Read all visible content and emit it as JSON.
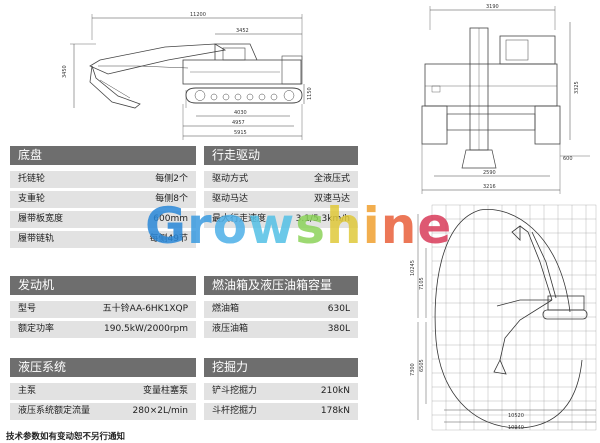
{
  "dimensions": {
    "side_total_length": "11200",
    "side_cab_offset": "3452",
    "side_height": "3450",
    "side_track_height": "1150",
    "side_tumbler_center": "4030",
    "side_track_length": "4957",
    "side_tail_length": "5915",
    "front_width_top": "3190",
    "front_height": "3325",
    "front_track_width": "2590",
    "front_overall_width": "3216",
    "front_track_shoe": "600",
    "reach_height_total": "10245",
    "reach_dump_height": "7105",
    "reach_dig_depth": "7300",
    "reach_wall_depth": "6505",
    "reach_radius": "10520",
    "reach_ground_reach": "10940"
  },
  "sections": {
    "chassis": {
      "title": "底盘",
      "rows": [
        {
          "label": "托链轮",
          "value": "每侧2个"
        },
        {
          "label": "支重轮",
          "value": "每侧8个"
        },
        {
          "label": "履带板宽度",
          "value": "600mm"
        },
        {
          "label": "履带链轨",
          "value": "每侧49节"
        }
      ]
    },
    "travel": {
      "title": "行走驱动",
      "rows": [
        {
          "label": "驱动方式",
          "value": "全液压式"
        },
        {
          "label": "驱动马达",
          "value": "双速马达"
        },
        {
          "label": "最大行走速度",
          "value": "3.1/5.3km/h"
        }
      ]
    },
    "engine": {
      "title": "发动机",
      "rows": [
        {
          "label": "型号",
          "value": "五十铃AA-6HK1XQP"
        },
        {
          "label": "额定功率",
          "value": "190.5kW/2000rpm"
        }
      ]
    },
    "tank": {
      "title": "燃油箱及液压油箱容量",
      "rows": [
        {
          "label": "燃油箱",
          "value": "630L"
        },
        {
          "label": "液压油箱",
          "value": "380L"
        }
      ]
    },
    "hydraulic": {
      "title": "液压系统",
      "rows": [
        {
          "label": "主泵",
          "value": "变量柱塞泵"
        },
        {
          "label": "液压系统额定流量",
          "value": "280×2L/min"
        }
      ]
    },
    "digging": {
      "title": "挖掘力",
      "rows": [
        {
          "label": "铲斗挖掘力",
          "value": "210kN"
        },
        {
          "label": "斗杆挖掘力",
          "value": "178kN"
        }
      ]
    }
  },
  "footer_note": "技术参数如有变动恕不另行通知",
  "watermark": {
    "letters": [
      "G",
      "r",
      "o",
      "w",
      "s",
      "h",
      "i",
      "n",
      "e"
    ],
    "colors": [
      "#2a88d8",
      "#3a9be0",
      "#4db0e8",
      "#53c0e6",
      "#8cd35a",
      "#e0c93a",
      "#f0a030",
      "#e9603a",
      "#d93b5a"
    ]
  },
  "colors": {
    "header_bg": "#6e6e6e",
    "row_bg": "#e2e2e2",
    "drawing_line": "#444444"
  }
}
